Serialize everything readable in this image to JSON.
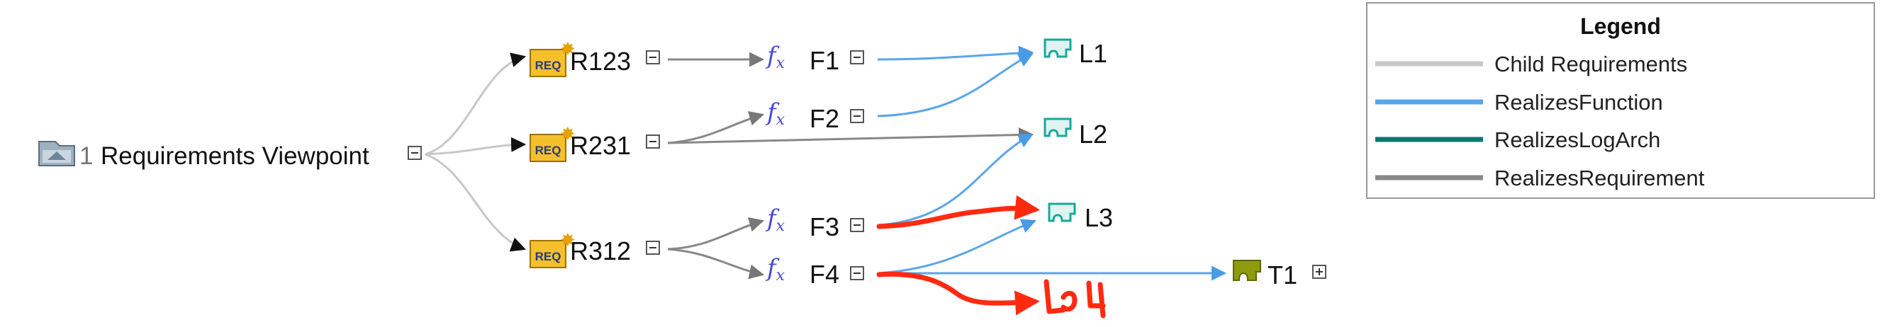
{
  "root": {
    "number": "1",
    "label": "Requirements Viewpoint",
    "icon": "package-folder-icon"
  },
  "requirements": [
    {
      "id": "r123",
      "label": "R123",
      "icon_text": "REQ"
    },
    {
      "id": "r231",
      "label": "R231",
      "icon_text": "REQ"
    },
    {
      "id": "r312",
      "label": "R312",
      "icon_text": "REQ"
    }
  ],
  "functions": [
    {
      "id": "f1",
      "label": "F1",
      "icon": "function-icon"
    },
    {
      "id": "f2",
      "label": "F2",
      "icon": "function-icon"
    },
    {
      "id": "f3",
      "label": "F3",
      "icon": "function-icon"
    },
    {
      "id": "f4",
      "label": "F4",
      "icon": "function-icon"
    }
  ],
  "logical": [
    {
      "id": "l1",
      "label": "L1",
      "icon": "logical-component-icon"
    },
    {
      "id": "l2",
      "label": "L2",
      "icon": "logical-component-icon"
    },
    {
      "id": "l3",
      "label": "L3",
      "icon": "logical-component-icon"
    }
  ],
  "technical": [
    {
      "id": "t1",
      "label": "T1",
      "icon": "technical-component-icon"
    }
  ],
  "handwritten_annotation": "L4",
  "legend": {
    "title": "Legend",
    "items": [
      {
        "label": "Child Requirements",
        "color": "#c8c8c8"
      },
      {
        "label": "RealizesFunction",
        "color": "#5aa5ec"
      },
      {
        "label": "RealizesLogArch",
        "color": "#007a70"
      },
      {
        "label": "RealizesRequirement",
        "color": "#888888"
      }
    ]
  },
  "colors": {
    "child": "#c8c8c8",
    "realizes_function": "#5aa5ec",
    "realizes_requirement": "#888888",
    "annotation": "#ff2a10",
    "logical_icon": "#1aa89a",
    "technical_icon": "#8e9a10",
    "req_icon_bg": "#f6c02c"
  }
}
